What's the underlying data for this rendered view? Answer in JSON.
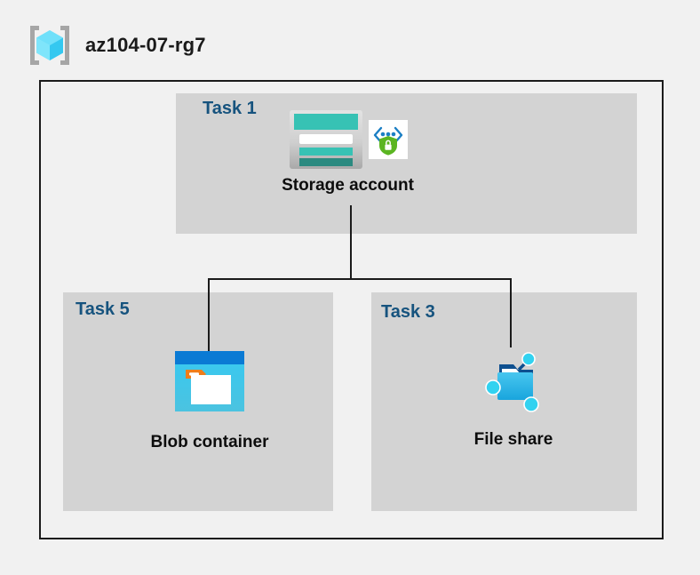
{
  "header": {
    "icon": "resource-group-icon",
    "title": "az104-07-rg7"
  },
  "diagram": {
    "type": "azure-architecture",
    "container": "resource-group-frame",
    "panels": [
      {
        "id": "task1",
        "label": "Task 1",
        "node": {
          "caption": "Storage account",
          "icon": "storage-account-icon",
          "badge_icon": "secure-transfer-shield-icon"
        }
      },
      {
        "id": "task5",
        "label": "Task 5",
        "node": {
          "caption": "Blob container",
          "icon": "blob-container-icon"
        }
      },
      {
        "id": "task3",
        "label": "Task 3",
        "node": {
          "caption": "File share",
          "icon": "file-share-icon"
        }
      }
    ],
    "connectors": [
      {
        "from": "storage-account",
        "to": "branch-junction"
      },
      {
        "from": "branch-junction",
        "to": "blob-container"
      },
      {
        "from": "branch-junction",
        "to": "file-share"
      }
    ]
  },
  "colors": {
    "page_background": "#f1f1f1",
    "panel_background": "#d3d3d3",
    "frame_border": "#1b1b1b",
    "task_label": "#16537e",
    "caption": "#0d0d0d",
    "storage_teal": "#37c2b4",
    "storage_teal_dark": "#2b8a80",
    "blob_blue": "#0078d4",
    "blob_cyan": "#32c8f0",
    "blob_orange": "#f07d1a",
    "fileshare_blue": "#32b4e6",
    "fileshare_node": "#32d2f0",
    "rg_cube_cyan": "#7fe5fb",
    "shield_green": "#5bb522"
  }
}
